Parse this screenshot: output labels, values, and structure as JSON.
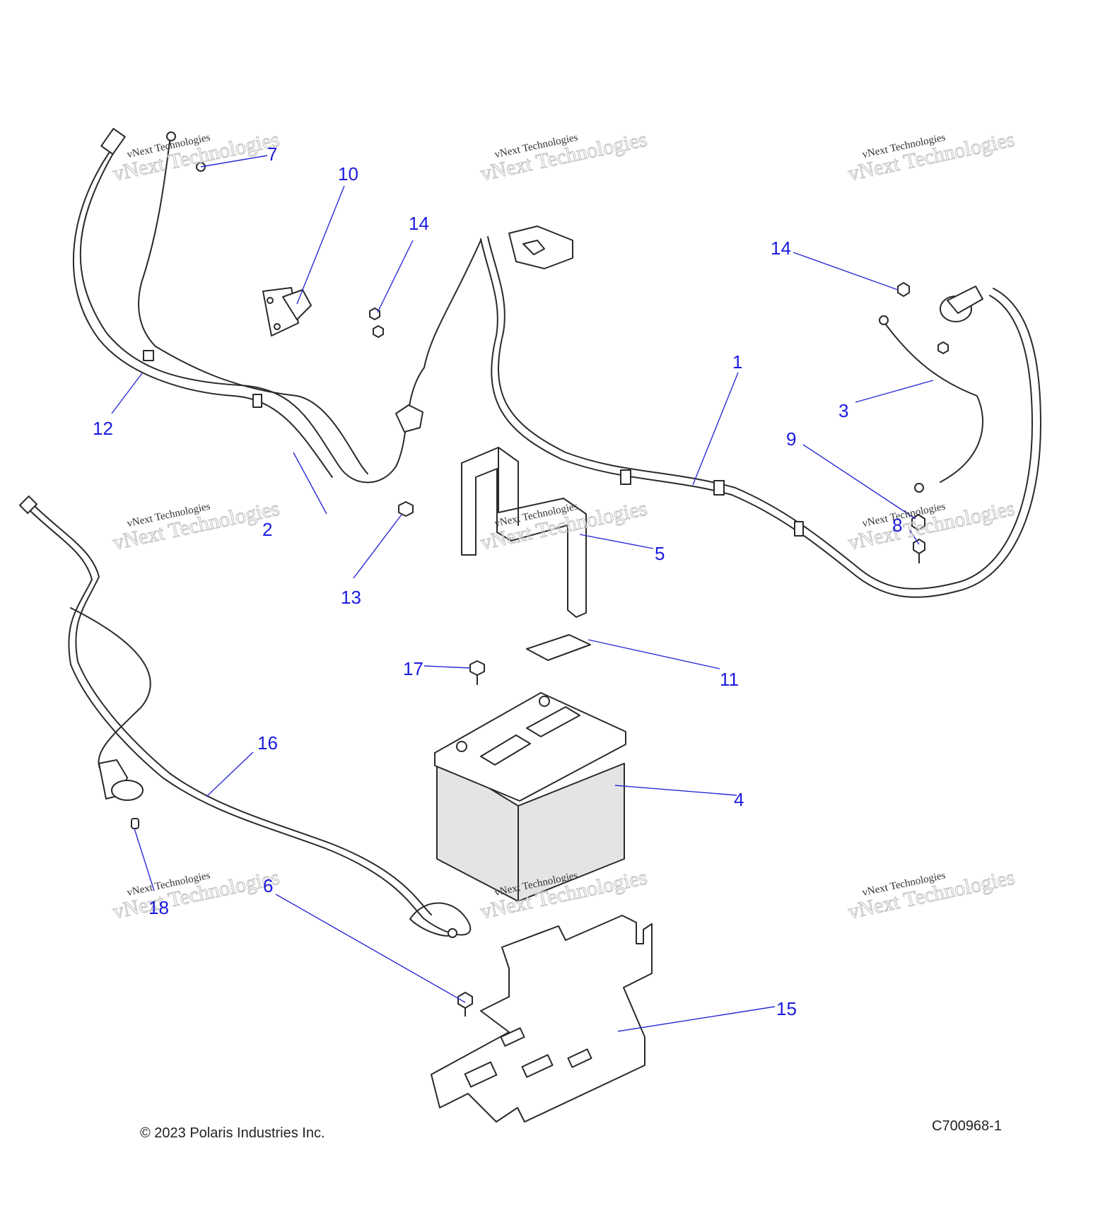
{
  "copyright": "© 2023 Polaris Industries Inc.",
  "drawing_number": "C700968-1",
  "watermark": {
    "line1": "vNext Technologies",
    "line2": "vNext Technologies"
  },
  "callouts": [
    {
      "id": "c1",
      "label": "1"
    },
    {
      "id": "c2",
      "label": "2"
    },
    {
      "id": "c3",
      "label": "3"
    },
    {
      "id": "c4",
      "label": "4"
    },
    {
      "id": "c5",
      "label": "5"
    },
    {
      "id": "c6",
      "label": "6"
    },
    {
      "id": "c7",
      "label": "7"
    },
    {
      "id": "c8",
      "label": "8"
    },
    {
      "id": "c9",
      "label": "9"
    },
    {
      "id": "c10",
      "label": "10"
    },
    {
      "id": "c11",
      "label": "11"
    },
    {
      "id": "c12",
      "label": "12"
    },
    {
      "id": "c13",
      "label": "13"
    },
    {
      "id": "c14a",
      "label": "14"
    },
    {
      "id": "c14b",
      "label": "14"
    },
    {
      "id": "c15",
      "label": "15"
    },
    {
      "id": "c16",
      "label": "16"
    },
    {
      "id": "c17",
      "label": "17"
    },
    {
      "id": "c18",
      "label": "18"
    }
  ],
  "colors": {
    "callout": "#1a1ae0",
    "leader": "#2b2bd6",
    "line": "#2a2a2a",
    "battery_body": "#e4e4e4"
  }
}
